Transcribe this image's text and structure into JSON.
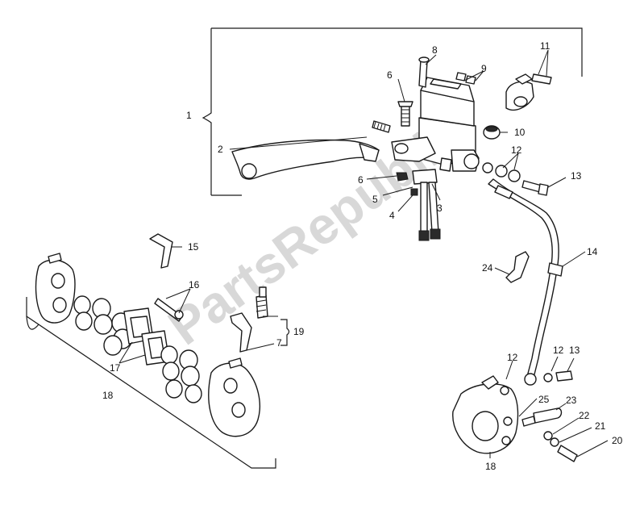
{
  "watermark": "PartsRepublik",
  "labels": {
    "l1": "1",
    "l2": "2",
    "l3": "3",
    "l4": "4",
    "l5": "5",
    "l6a": "6",
    "l6b": "6",
    "l7": "7",
    "l8": "8",
    "l9": "9",
    "l10": "10",
    "l11": "11",
    "l12a": "12",
    "l12b": "12",
    "l12c": "12",
    "l13a": "13",
    "l13b": "13",
    "l14": "14",
    "l15": "15",
    "l16": "16",
    "l17": "17",
    "l18a": "18",
    "l18b": "18",
    "l19": "19",
    "l20": "20",
    "l21": "21",
    "l22": "22",
    "l23": "23",
    "l24": "24",
    "l25": "25"
  }
}
